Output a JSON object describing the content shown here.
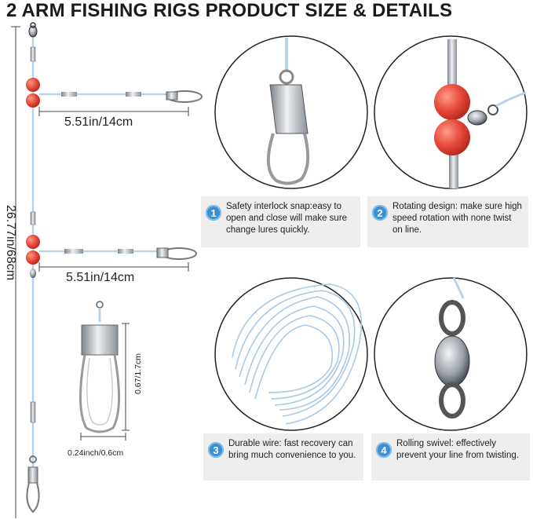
{
  "title": "2 ARM FISHING RIGS PRODUCT SIZE & DETAILS",
  "dimensions": {
    "total_length": "26.77in/68cm",
    "arm_1": "5.51in/14cm",
    "arm_2": "5.51in/14cm",
    "snap_height": "0.67/1.7cm",
    "snap_width": "0.24inch/0.6cm"
  },
  "features": [
    {
      "number": "1",
      "text": "Safety interlock snap:easy to open and close will make sure change lures quickly."
    },
    {
      "number": "2",
      "text": "Rotating design: make sure high speed rotation with none twist on line."
    },
    {
      "number": "3",
      "text": "Durable wire: fast recovery can bring much convenience to you."
    },
    {
      "number": "4",
      "text": "Rolling swivel: effectively prevent your line from twisting."
    }
  ],
  "colors": {
    "bead": "#e84a3a",
    "wire": "#b7d3ea",
    "metal": "#b9bec4",
    "badge": "#3b8fd0",
    "callout_bg": "#eeeeee"
  }
}
